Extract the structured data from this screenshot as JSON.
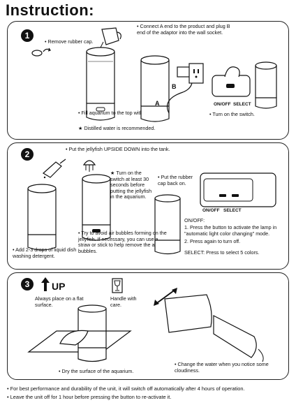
{
  "title": "Instruction:",
  "steps": [
    {
      "number": "1",
      "remove_cap": "Remove rubber cap.",
      "connect": "Connect A end to the product and plug B end of the adaptor into the wall socket.",
      "fill": "Fill aquarium to the top with water.",
      "distilled": "Distilled water is recommended.",
      "turn_on": "Turn on the switch.",
      "label_a": "A",
      "label_b": "B",
      "onoff": "ON/OFF",
      "select": "SELECT"
    },
    {
      "number": "2",
      "upside_down": "Put the jellyfish UPSIDE DOWN into the tank.",
      "turn_on_wait": "Turn on the switch at least 30 seconds before putting the jellyfish in the aquarium.",
      "cap_back": "Put the rubber cap back on.",
      "detergent": "Add 2-3 drops of liquid dish washing detergent.",
      "air_bubbles": "Try to avoid air bubbles forming on the jellyfish. If necessary, you can use a straw or stick to help remove the air bubbles.",
      "onoff_heading": "ON/OFF:",
      "onoff_1": "1. Press the button to activate the lamp in \"automatic light color changing\" mode.",
      "onoff_2": "2. Press again to turn off.",
      "select_text": "SELECT: Press to select 5 colors.",
      "onoff": "ON/OFF",
      "select": "SELECT"
    },
    {
      "number": "3",
      "up": "UP",
      "flat_surface": "Always place on a flat surface.",
      "handle": "Handle with care.",
      "dry": "Dry the surface of the aquarium.",
      "change_water": "Change the water when you notice some cloudiness."
    }
  ],
  "footer": [
    "For best performance and durability of the unit, it will switch off automatically after 4 hours of operation.",
    "Leave the unit off for 1 hour before pressing the button to re-activate it."
  ],
  "icons": [
    "cap-icon",
    "jug-icon",
    "adaptor-plug-icon",
    "wall-socket-icon",
    "hand-switch-icon",
    "dropper-icon",
    "up-arrow-icon",
    "fragile-glass-icon",
    "jellyfish-icon",
    "double-arrow-icon"
  ]
}
